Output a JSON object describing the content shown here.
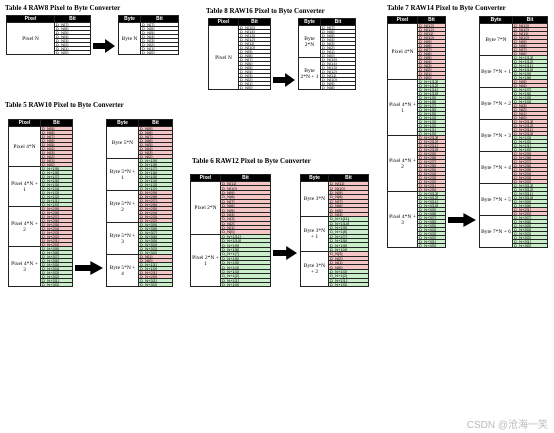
{
  "watermark": "CSDN @沧海一笑",
  "tables": [
    {
      "title": "Table 4   RAW8 Pixel to Byte Converter",
      "pixel_header": "Pixel",
      "bit_header": "Bit",
      "byte_header": "Byte",
      "pixel_groups": [
        {
          "label": "Pixel N",
          "bits": [
            "D_N[7]",
            "D_N[6]",
            "D_N[5]",
            "D_N[4]",
            "D_N[3]",
            "D_N[2]",
            "D_N[1]",
            "D_N[0]"
          ],
          "color": "w"
        }
      ],
      "byte_groups": [
        {
          "label": "Byte N",
          "bits": [
            "D_N[7]",
            "D_N[6]",
            "D_N[5]",
            "D_N[4]",
            "D_N[3]",
            "D_N[2]",
            "D_N[1]",
            "D_N[0]"
          ],
          "colors": [
            "w",
            "w",
            "w",
            "w",
            "w",
            "w",
            "w",
            "w"
          ]
        }
      ]
    },
    {
      "title": "Table 8   RAW16 Pixel to Byte Converter",
      "pixel_header": "Pixel",
      "bit_header": "Bit",
      "byte_header": "Byte",
      "pixel_groups": [
        {
          "label": "Pixel N",
          "bits": [
            "D_N[15]",
            "D_N[14]",
            "D_N[13]",
            "D_N[12]",
            "D_N[11]",
            "D_N[10]",
            "D_N[9]",
            "D_N[8]",
            "D_N[7]",
            "D_N[6]",
            "D_N[5]",
            "D_N[4]",
            "D_N[3]",
            "D_N[2]",
            "D_N[1]",
            "D_N[0]"
          ],
          "color": "w"
        }
      ],
      "byte_groups": [
        {
          "label": "Byte 2*N",
          "bits": [
            "D_N[7]",
            "D_N[6]",
            "D_N[5]",
            "D_N[4]",
            "D_N[3]",
            "D_N[2]",
            "D_N[1]",
            "D_N[0]"
          ],
          "colors": [
            "w",
            "w",
            "w",
            "w",
            "w",
            "w",
            "w",
            "w"
          ]
        },
        {
          "label": "Byte 2*N + 1",
          "bits": [
            "D_N[15]",
            "D_N[14]",
            "D_N[13]",
            "D_N[12]",
            "D_N[11]",
            "D_N[10]",
            "D_N[9]",
            "D_N[8]"
          ],
          "colors": [
            "w",
            "w",
            "w",
            "w",
            "w",
            "w",
            "w",
            "w"
          ]
        }
      ]
    },
    {
      "title": "Table 7   RAW14 Pixel to Byte Converter",
      "pixel_header": "Pixel",
      "bit_header": "Bit",
      "byte_header": "Byte",
      "pixel_groups": [
        {
          "label": "Pixel 4*N",
          "bits": [
            "D_N[13]",
            "D_N[12]",
            "D_N[11]",
            "D_N[10]",
            "D_N[9]",
            "D_N[8]",
            "D_N[7]",
            "D_N[6]",
            "D_N[5]",
            "D_N[4]",
            "D_N[3]",
            "D_N[2]",
            "D_N[1]",
            "D_N[0]"
          ],
          "color": "p"
        },
        {
          "label": "Pixel 4*N + 1",
          "bits": [
            "D_N+1[13]",
            "D_N+1[12]",
            "D_N+1[11]",
            "D_N+1[10]",
            "D_N+1[9]",
            "D_N+1[8]",
            "D_N+1[7]",
            "D_N+1[6]",
            "D_N+1[5]",
            "D_N+1[4]",
            "D_N+1[3]",
            "D_N+1[2]",
            "D_N+1[1]",
            "D_N+1[0]"
          ],
          "color": "g"
        },
        {
          "label": "Pixel 4*N + 2",
          "bits": [
            "D_N+2[13]",
            "D_N+2[12]",
            "D_N+2[11]",
            "D_N+2[10]",
            "D_N+2[9]",
            "D_N+2[8]",
            "D_N+2[7]",
            "D_N+2[6]",
            "D_N+2[5]",
            "D_N+2[4]",
            "D_N+2[3]",
            "D_N+2[2]",
            "D_N+2[1]",
            "D_N+2[0]"
          ],
          "color": "p"
        },
        {
          "label": "Pixel 4*N + 3",
          "bits": [
            "D_N+3[13]",
            "D_N+3[12]",
            "D_N+3[11]",
            "D_N+3[10]",
            "D_N+3[9]",
            "D_N+3[8]",
            "D_N+3[7]",
            "D_N+3[6]",
            "D_N+3[5]",
            "D_N+3[4]",
            "D_N+3[3]",
            "D_N+3[2]",
            "D_N+3[1]",
            "D_N+3[0]"
          ],
          "color": "g"
        }
      ],
      "byte_groups": [
        {
          "label": "Byte 7*N",
          "bits": [
            "D_N[13]",
            "D_N[12]",
            "D_N[11]",
            "D_N[10]",
            "D_N[9]",
            "D_N[8]",
            "D_N[7]",
            "D_N[6]"
          ],
          "colors": [
            "p",
            "p",
            "p",
            "p",
            "p",
            "p",
            "p",
            "p"
          ]
        },
        {
          "label": "Byte 7*N + 1",
          "bits": [
            "D_N+1[13]",
            "D_N+1[12]",
            "D_N+1[11]",
            "D_N+1[10]",
            "D_N+1[9]",
            "D_N+1[8]",
            "D_N[5]",
            "D_N[4]"
          ],
          "colors": [
            "g",
            "g",
            "g",
            "g",
            "g",
            "g",
            "p",
            "p"
          ]
        },
        {
          "label": "Byte 7*N + 2",
          "bits": [
            "D_N+1[7]",
            "D_N+1[6]",
            "D_N+1[5]",
            "D_N+1[4]",
            "D_N[3]",
            "D_N[2]",
            "D_N[1]",
            "D_N[0]"
          ],
          "colors": [
            "g",
            "g",
            "g",
            "g",
            "p",
            "p",
            "p",
            "p"
          ]
        },
        {
          "label": "Byte 7*N + 3",
          "bits": [
            "D_N+2[13]",
            "D_N+2[12]",
            "D_N+2[11]",
            "D_N+2[10]",
            "D_N+1[3]",
            "D_N+1[2]",
            "D_N+1[1]",
            "D_N+1[0]"
          ],
          "colors": [
            "p",
            "p",
            "p",
            "p",
            "g",
            "g",
            "g",
            "g"
          ]
        },
        {
          "label": "Byte 7*N + 4",
          "bits": [
            "D_N+2[9]",
            "D_N+2[8]",
            "D_N+2[7]",
            "D_N+2[6]",
            "D_N+2[5]",
            "D_N+2[4]",
            "D_N+2[3]",
            "D_N+2[2]"
          ],
          "colors": [
            "p",
            "p",
            "p",
            "p",
            "p",
            "p",
            "p",
            "p"
          ]
        },
        {
          "label": "Byte 7*N + 5",
          "bits": [
            "D_N+3[13]",
            "D_N+3[12]",
            "D_N+3[11]",
            "D_N+3[10]",
            "D_N+3[9]",
            "D_N+3[8]",
            "D_N+2[1]",
            "D_N+2[0]"
          ],
          "colors": [
            "g",
            "g",
            "g",
            "g",
            "g",
            "g",
            "p",
            "p"
          ]
        },
        {
          "label": "Byte 7*N + 6",
          "bits": [
            "D_N+3[7]",
            "D_N+3[6]",
            "D_N+3[5]",
            "D_N+3[4]",
            "D_N+3[3]",
            "D_N+3[2]",
            "D_N+3[1]",
            "D_N+3[0]"
          ],
          "colors": [
            "g",
            "g",
            "g",
            "g",
            "g",
            "g",
            "g",
            "g"
          ]
        }
      ]
    },
    {
      "title": "Table 5   RAW10 Pixel to Byte Converter",
      "pixel_header": "Pixel",
      "bit_header": "Bit",
      "byte_header": "Byte",
      "pixel_groups": [
        {
          "label": "Pixel 4*N",
          "bits": [
            "D_N[9]",
            "D_N[8]",
            "D_N[7]",
            "D_N[6]",
            "D_N[5]",
            "D_N[4]",
            "D_N[3]",
            "D_N[2]",
            "D_N[1]",
            "D_N[0]"
          ],
          "color": "p"
        },
        {
          "label": "Pixel 4*N + 1",
          "bits": [
            "D_N+1[9]",
            "D_N+1[8]",
            "D_N+1[7]",
            "D_N+1[6]",
            "D_N+1[5]",
            "D_N+1[4]",
            "D_N+1[3]",
            "D_N+1[2]",
            "D_N+1[1]",
            "D_N+1[0]"
          ],
          "color": "g"
        },
        {
          "label": "Pixel 4*N + 2",
          "bits": [
            "D_N+2[9]",
            "D_N+2[8]",
            "D_N+2[7]",
            "D_N+2[6]",
            "D_N+2[5]",
            "D_N+2[4]",
            "D_N+2[3]",
            "D_N+2[2]",
            "D_N+2[1]",
            "D_N+2[0]"
          ],
          "color": "p"
        },
        {
          "label": "Pixel 4*N + 3",
          "bits": [
            "D_N+3[9]",
            "D_N+3[8]",
            "D_N+3[7]",
            "D_N+3[6]",
            "D_N+3[5]",
            "D_N+3[4]",
            "D_N+3[3]",
            "D_N+3[2]",
            "D_N+3[1]",
            "D_N+3[0]"
          ],
          "color": "g"
        }
      ],
      "byte_groups": [
        {
          "label": "Byte 5*N",
          "bits": [
            "D_N[9]",
            "D_N[8]",
            "D_N[7]",
            "D_N[6]",
            "D_N[5]",
            "D_N[4]",
            "D_N[3]",
            "D_N[2]"
          ],
          "colors": [
            "p",
            "p",
            "p",
            "p",
            "p",
            "p",
            "p",
            "p"
          ]
        },
        {
          "label": "Byte 5*N + 1",
          "bits": [
            "D_N+1[9]",
            "D_N+1[8]",
            "D_N+1[7]",
            "D_N+1[6]",
            "D_N+1[5]",
            "D_N+1[4]",
            "D_N+1[3]",
            "D_N+1[2]"
          ],
          "colors": [
            "g",
            "g",
            "g",
            "g",
            "g",
            "g",
            "g",
            "g"
          ]
        },
        {
          "label": "Byte 5*N + 2",
          "bits": [
            "D_N+2[9]",
            "D_N+2[8]",
            "D_N+2[7]",
            "D_N+2[6]",
            "D_N+2[5]",
            "D_N+2[4]",
            "D_N+2[3]",
            "D_N+2[2]"
          ],
          "colors": [
            "p",
            "p",
            "p",
            "p",
            "p",
            "p",
            "p",
            "p"
          ]
        },
        {
          "label": "Byte 5*N + 3",
          "bits": [
            "D_N+3[9]",
            "D_N+3[8]",
            "D_N+3[7]",
            "D_N+3[6]",
            "D_N+3[5]",
            "D_N+3[4]",
            "D_N+3[3]",
            "D_N+3[2]"
          ],
          "colors": [
            "g",
            "g",
            "g",
            "g",
            "g",
            "g",
            "g",
            "g"
          ]
        },
        {
          "label": "Byte 5*N + 4",
          "bits": [
            "D_N[1]",
            "D_N[0]",
            "D_N+1[1]",
            "D_N+1[0]",
            "D_N+2[1]",
            "D_N+2[0]",
            "D_N+3[1]",
            "D_N+3[0]"
          ],
          "colors": [
            "p",
            "p",
            "g",
            "g",
            "p",
            "p",
            "g",
            "g"
          ]
        }
      ]
    },
    {
      "title": "Table 6   RAW12 Pixel to Byte Converter",
      "pixel_header": "Pixel",
      "bit_header": "Bit",
      "byte_header": "Byte",
      "pixel_groups": [
        {
          "label": "Pixel 2*N",
          "bits": [
            "D_N[11]",
            "D_N[10]",
            "D_N[9]",
            "D_N[8]",
            "D_N[7]",
            "D_N[6]",
            "D_N[5]",
            "D_N[4]",
            "D_N[3]",
            "D_N[2]",
            "D_N[1]",
            "D_N[0]"
          ],
          "color": "p"
        },
        {
          "label": "Pixel 2*N + 1",
          "bits": [
            "D_N+1[11]",
            "D_N+1[10]",
            "D_N+1[9]",
            "D_N+1[8]",
            "D_N+1[7]",
            "D_N+1[6]",
            "D_N+1[5]",
            "D_N+1[4]",
            "D_N+1[3]",
            "D_N+1[2]",
            "D_N+1[1]",
            "D_N+1[0]"
          ],
          "color": "g"
        }
      ],
      "byte_groups": [
        {
          "label": "Byte 3*N",
          "bits": [
            "D_N[11]",
            "D_N[10]",
            "D_N[9]",
            "D_N[8]",
            "D_N[7]",
            "D_N[6]",
            "D_N[5]",
            "D_N[4]"
          ],
          "colors": [
            "p",
            "p",
            "p",
            "p",
            "p",
            "p",
            "p",
            "p"
          ]
        },
        {
          "label": "Byte 3*N + 1",
          "bits": [
            "D_N+1[11]",
            "D_N+1[10]",
            "D_N+1[9]",
            "D_N+1[8]",
            "D_N+1[7]",
            "D_N+1[6]",
            "D_N+1[5]",
            "D_N+1[4]"
          ],
          "colors": [
            "g",
            "g",
            "g",
            "g",
            "g",
            "g",
            "g",
            "g"
          ]
        },
        {
          "label": "Byte 3*N + 2",
          "bits": [
            "D_N[3]",
            "D_N[2]",
            "D_N[1]",
            "D_N[0]",
            "D_N+1[3]",
            "D_N+1[2]",
            "D_N+1[1]",
            "D_N+1[0]"
          ],
          "colors": [
            "p",
            "p",
            "p",
            "p",
            "g",
            "g",
            "g",
            "g"
          ]
        }
      ]
    }
  ]
}
